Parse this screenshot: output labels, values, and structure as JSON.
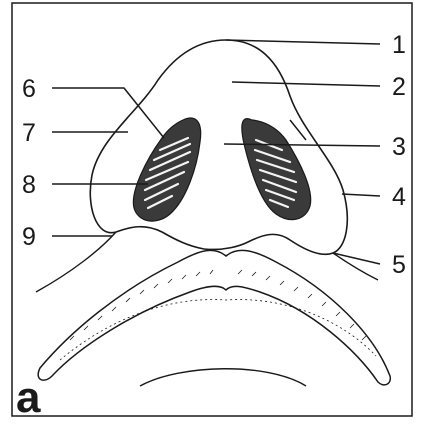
{
  "figure": {
    "panel_label": "a",
    "callouts": [
      {
        "id": "1",
        "label": "1"
      },
      {
        "id": "2",
        "label": "2"
      },
      {
        "id": "3",
        "label": "3"
      },
      {
        "id": "4",
        "label": "4"
      },
      {
        "id": "5",
        "label": "5"
      },
      {
        "id": "6",
        "label": "6"
      },
      {
        "id": "7",
        "label": "7"
      },
      {
        "id": "8",
        "label": "8"
      },
      {
        "id": "9",
        "label": "9"
      }
    ],
    "colors": {
      "ink": "#1a1a1a",
      "nostril": "#3a3a3a",
      "nostril_hair": "#f4f4f4",
      "background": "#ffffff"
    }
  }
}
